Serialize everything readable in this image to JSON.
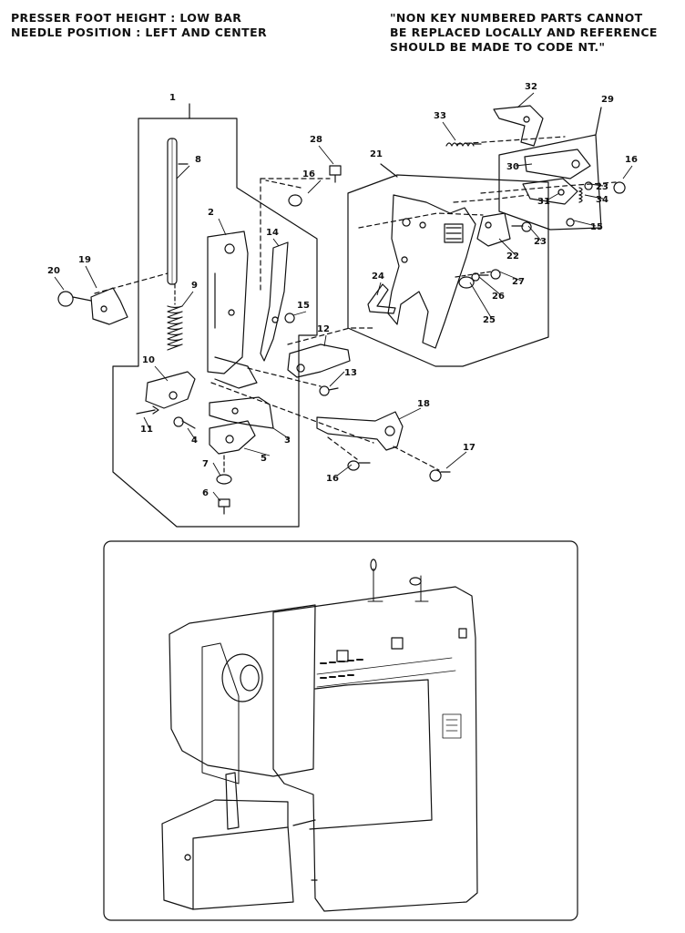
{
  "header_left": {
    "line1": "PRESSER FOOT HEIGHT : LOW BAR",
    "line2": "NEEDLE POSITION : LEFT AND CENTER"
  },
  "header_right": {
    "line1": "\"NON KEY NUMBERED PARTS CANNOT",
    "line2": "BE REPLACED LOCALLY AND REFERENCE",
    "line3": "SHOULD BE MADE TO CODE NT.\""
  },
  "callouts": {
    "p1": "1",
    "p2": "2",
    "p3": "3",
    "p4": "4",
    "p5": "5",
    "p6": "6",
    "p7": "7",
    "p8": "8",
    "p9": "9",
    "p10": "10",
    "p11": "11",
    "p12": "12",
    "p13": "13",
    "p14": "14",
    "p15a": "15",
    "p15b": "15",
    "p16a": "16",
    "p16b": "16",
    "p16c": "16",
    "p17": "17",
    "p18": "18",
    "p19": "19",
    "p20": "20",
    "p21": "21",
    "p22": "22",
    "p23a": "23",
    "p23b": "23",
    "p24": "24",
    "p25": "25",
    "p26": "26",
    "p27": "27",
    "p28": "28",
    "p29": "29",
    "p30": "30",
    "p31": "31",
    "p32": "32",
    "p33": "33",
    "p34": "34"
  }
}
